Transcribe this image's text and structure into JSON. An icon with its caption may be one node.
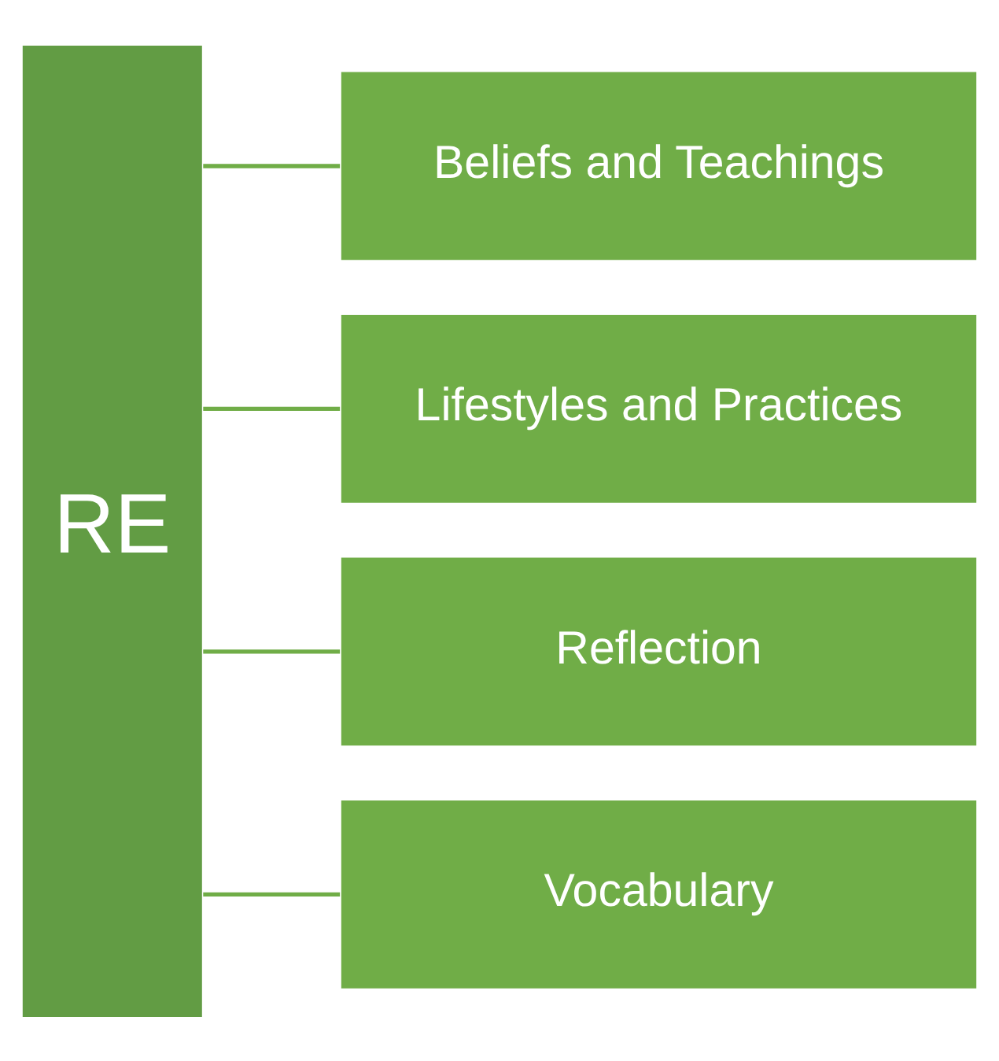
{
  "diagram": {
    "nodes": [
      {
        "text": [
          "RE"
        ]
      },
      {
        "text": [
          "Beliefs and Teachings"
        ]
      },
      {
        "text": [
          "Lifestyles and Practices"
        ]
      },
      {
        "text": [
          "Reflection"
        ]
      },
      {
        "text": [
          "Vocabulary"
        ]
      }
    ],
    "edges": [
      {
        "from": 0,
        "to": 1,
        "arrow": "none"
      },
      {
        "from": 0,
        "to": 2,
        "arrow": "none"
      },
      {
        "from": 0,
        "to": 3,
        "arrow": "none"
      },
      {
        "from": 0,
        "to": 4,
        "arrow": "none"
      }
    ]
  }
}
